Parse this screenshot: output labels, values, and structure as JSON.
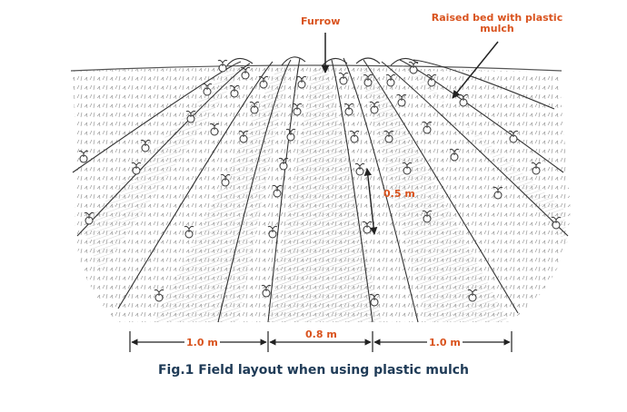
{
  "labels": {
    "furrow": "Furrow",
    "raised_bed": "Raised bed with plastic mulch",
    "plant_spacing": "0.5 m",
    "bed_width_left": "1.0 m",
    "furrow_width": "0.8 m",
    "bed_width_right": "1.0 m"
  },
  "caption": "Fig.1 Field layout when using plastic mulch",
  "colors": {
    "annotation": "#d9531e",
    "caption": "#1f3b57",
    "sketch": "#3a3a3a"
  },
  "icons": {
    "plant": "seedling-icon"
  }
}
